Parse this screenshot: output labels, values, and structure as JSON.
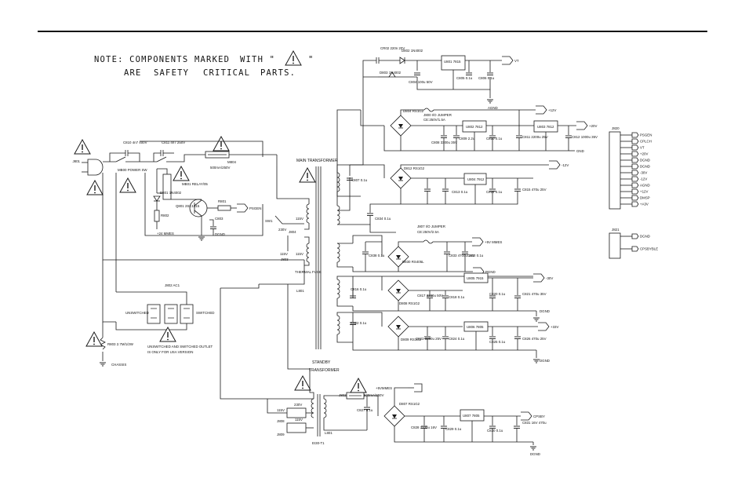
{
  "note": {
    "line1_a": "NOTE: COMPONENTS",
    "line1_b": "MARKED",
    "line1_c": "WITH \"",
    "line1_d": "\"",
    "line2_a": "ARE",
    "line2_b": "SAFETY",
    "line2_c": "CRITICAL",
    "line2_d": "PARTS."
  },
  "transformers": {
    "main": "MAIN TRANSFORMER",
    "standby_1": "STANDBY",
    "standby_2": "TRANSFORMER",
    "standby_part": "EI30-T1"
  },
  "input": {
    "jack": "J801",
    "power_sw": "MB00 POWER SW",
    "relay": "MB01 RELAY/05",
    "c810": "C810 4n7 400V",
    "c811": "C811 4n7 250V",
    "fuse": "M804",
    "fuse_rating": "500mA/250V",
    "thermal": "THERMAL FUSE",
    "l801": "L801",
    "r801": "R801",
    "r802": "R802",
    "d801": "D801 1N4002",
    "q801": "Q801 2SC1815",
    "c803": "C803",
    "psgen": "PSGEN",
    "chassis": "CHASSIS",
    "r803": "R803 2.7M/1/2W",
    "j802": "J802 AC1",
    "unswitched": "UNSWITCHED",
    "switched": "SWITCHED",
    "outlet_note_1": "UNSWITCHED AND SWITCHED OUTLET",
    "outlet_note_2": "IS ONLY FOR USA VERSION",
    "v230": "230V",
    "v115": "115V",
    "j803": "J803",
    "j804": "J804",
    "sw_label": "SW1",
    "gnd": "DGND",
    "vmute": "+24 MMES"
  },
  "rails": {
    "vt": "VT",
    "agnd": "AGND",
    "p12v": "+12V",
    "p20v": "+20V",
    "gnd": "GND",
    "m12v": "-12V",
    "p5v": "+5V MMES",
    "pa_gnd": "PGND",
    "m30v": "-30V",
    "p33v": "+33V",
    "pdgnd": "DGND",
    "vpwr": "+5VMMES",
    "cpsby": "CPSBY",
    "dgnd2": "DGND"
  },
  "parts": {
    "cr02": "CR02 220n 20V",
    "d802": "D802 1N4002",
    "d803": "D803 1N4002",
    "ic_vt": "U801 7815",
    "c804": "C804 100u 50V",
    "c805": "C805 0.1u",
    "c806": "C806 0.1u",
    "j800": "J800 I/O JUMPER",
    "j800_rating": "CE:250V/1.5A",
    "d804": "D804 RS1G2",
    "c808": "C808 3300u 35V",
    "c809": "C809 2.2u",
    "c810b": "C810 0.1u",
    "ic_12a": "U802 7812",
    "ic_12b": "U803 7812",
    "c811b": "C811 2200u 25V",
    "c812b": "C812 1000u 35V",
    "c807": "C807 0.1u",
    "d812": "D812 RS1G2",
    "c813": "C813 0.1u",
    "c814": "C814 0.1u",
    "c815": "C815 470u 25V",
    "ic_m12": "U804 7912",
    "c834": "C834 0.1u",
    "j807": "J807 I/O JUMPER",
    "j807_rating": "CE:250V/2.5A",
    "d830": "D830 RS405L",
    "c838": "C838 0.1u",
    "c833": "C833 4700u 16V",
    "c832": "C832 0.1u",
    "d808": "D808 RS1G2",
    "c816": "C816 0.1u",
    "c817": "C817 3300u 50V",
    "c818": "C818 0.1u",
    "c820": "C820 0.1u",
    "c821": "C821 470u 35V",
    "ic_m30": "U805 7915",
    "d809": "D809 RS1G2",
    "c822": "C822 0.1u",
    "c823": "C823 3300u 25V",
    "c824": "C824 0.1u",
    "c825": "C825 0.1u",
    "c826": "C826 470u 25V",
    "ic_33": "U806 7805",
    "j802b": "J802",
    "fuse2": "500mA/250V",
    "c827": "C827 0.1u",
    "d807": "D807 RS1G2",
    "c828": "C828 2200u 16V",
    "c829": "C829 0.1u",
    "ic_sby": "U807 7805",
    "c830": "C830 0.1u",
    "c831": "C831 16V 470u",
    "j808": "J808",
    "j809": "J809"
  },
  "connectors": {
    "j820": "J820",
    "j820_pins": [
      "PSGEN",
      "CPLCH",
      "VT",
      "+20V",
      "DGND",
      "DGND",
      "-30V",
      "-12V",
      "AGND",
      "+12V",
      "DMSP",
      "+A3V"
    ],
    "j821": "J821",
    "j821_pins": [
      "DGND",
      "CPSBYBLE"
    ]
  }
}
